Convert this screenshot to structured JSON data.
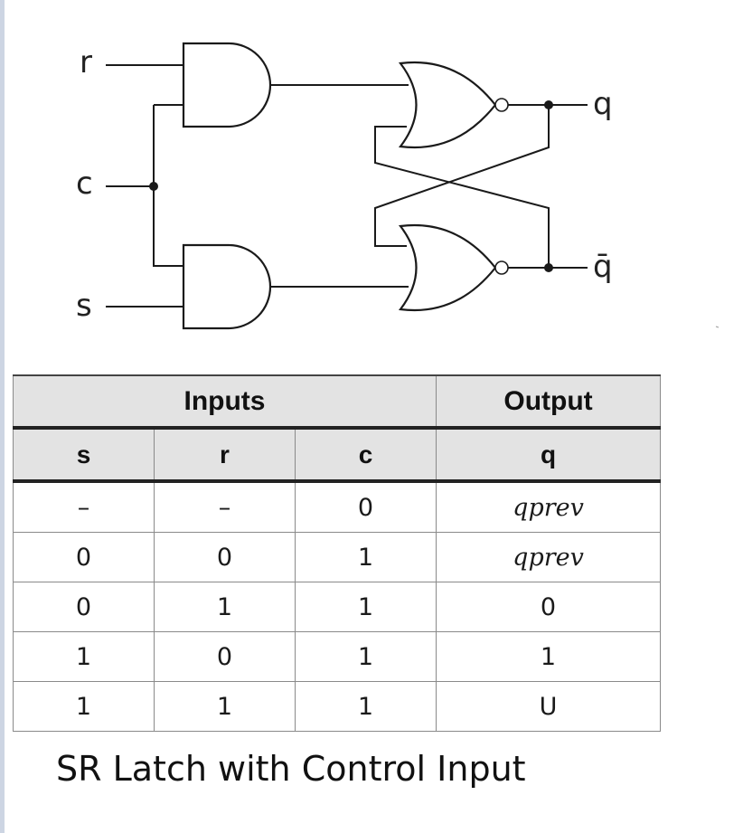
{
  "diagram": {
    "signals": {
      "r": "r",
      "c": "c",
      "s": "s",
      "q": "q",
      "q_bar": "q̄"
    }
  },
  "table": {
    "group_headers": {
      "inputs": "Inputs",
      "output": "Output"
    },
    "column_headers": {
      "s": "s",
      "r": "r",
      "c": "c",
      "q": "q"
    },
    "rows": [
      [
        "–",
        "–",
        "0",
        "qprev"
      ],
      [
        "0",
        "0",
        "1",
        "qprev"
      ],
      [
        "0",
        "1",
        "1",
        "0"
      ],
      [
        "1",
        "0",
        "1",
        "1"
      ],
      [
        "1",
        "1",
        "1",
        "U"
      ]
    ]
  },
  "caption": "SR Latch with Control Input"
}
